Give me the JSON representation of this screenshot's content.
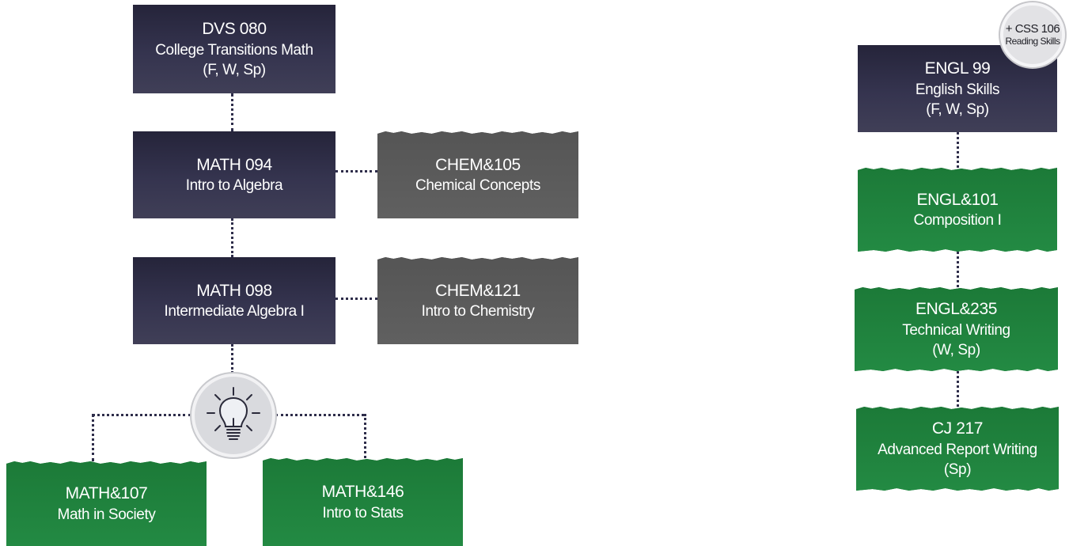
{
  "math_path": {
    "dvs080": {
      "code": "DVS 080",
      "title": "College Transitions Math",
      "terms": "(F, W, Sp)"
    },
    "math094": {
      "code": "MATH 094",
      "title": "Intro to Algebra"
    },
    "chem105": {
      "code": "CHEM&105",
      "title": "Chemical Concepts"
    },
    "math098": {
      "code": "MATH 098",
      "title": "Intermediate Algebra I"
    },
    "chem121": {
      "code": "CHEM&121",
      "title": "Intro to Chemistry"
    },
    "decision_icon": "lightbulb-icon",
    "math107": {
      "code": "MATH&107",
      "title": "Math in Society"
    },
    "math146": {
      "code": "MATH&146",
      "title": "Intro to Stats"
    }
  },
  "english_path": {
    "engl99": {
      "code": "ENGL 99",
      "title": "English Skills",
      "terms": "(F, W, Sp)"
    },
    "badge": {
      "line1": "+ CSS 106",
      "line2": "Reading Skills"
    },
    "engl101": {
      "code": "ENGL&101",
      "title": "Composition I"
    },
    "engl235": {
      "code": "ENGL&235",
      "title": "Technical Writing",
      "terms": "(W, Sp)"
    },
    "cj217": {
      "code": "CJ 217",
      "title": "Advanced Report Writing",
      "terms": "(Sp)"
    }
  },
  "colors": {
    "navy": "#2f2e47",
    "gray": "#5a5a5a",
    "green": "#1f7f3c",
    "connector": "#2e2d4a"
  }
}
